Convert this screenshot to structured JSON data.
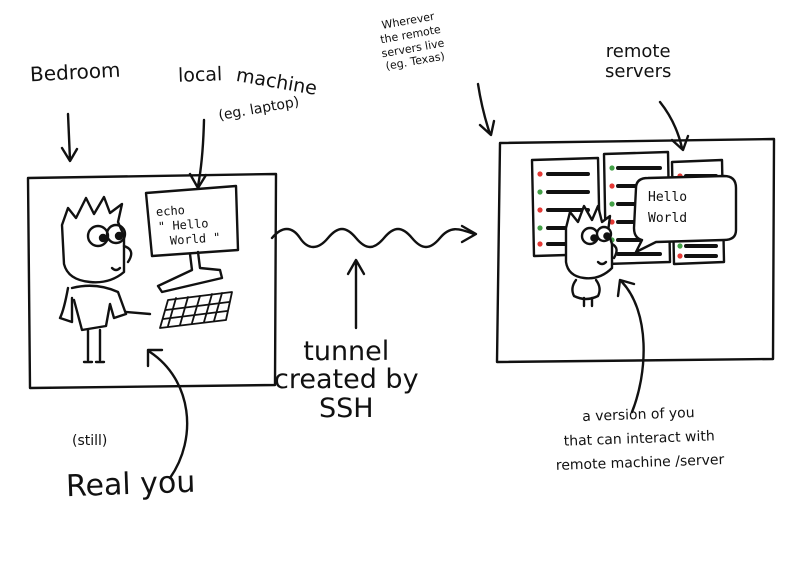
{
  "labels": {
    "bedroom": "Bedroom",
    "local_machine_line1": "local",
    "local_machine_line2": "machine",
    "local_machine_line3": "(eg. laptop)",
    "wherever_line1": "Wherever",
    "wherever_line2": "the remote",
    "wherever_line3": "servers live",
    "wherever_line4": "(eg. Texas)",
    "remote_line1": "remote",
    "remote_line2": "servers",
    "tunnel_line1": "tunnel",
    "tunnel_line2": "created by",
    "tunnel_line3": "SSH",
    "still": "(still)",
    "real_you": "Real you",
    "version_line1": "a version  of you",
    "version_line2": "that can interact with",
    "version_line3": "remote machine /server"
  },
  "screen": {
    "line1": "echo",
    "line2": "\" Hello",
    "line3": "World \""
  },
  "bubble": {
    "line1": "Hello",
    "line2": "World"
  },
  "colors": {
    "ink": "#111111",
    "server_light_red": "#e53935",
    "server_light_green": "#43a047",
    "background": "#ffffff"
  }
}
